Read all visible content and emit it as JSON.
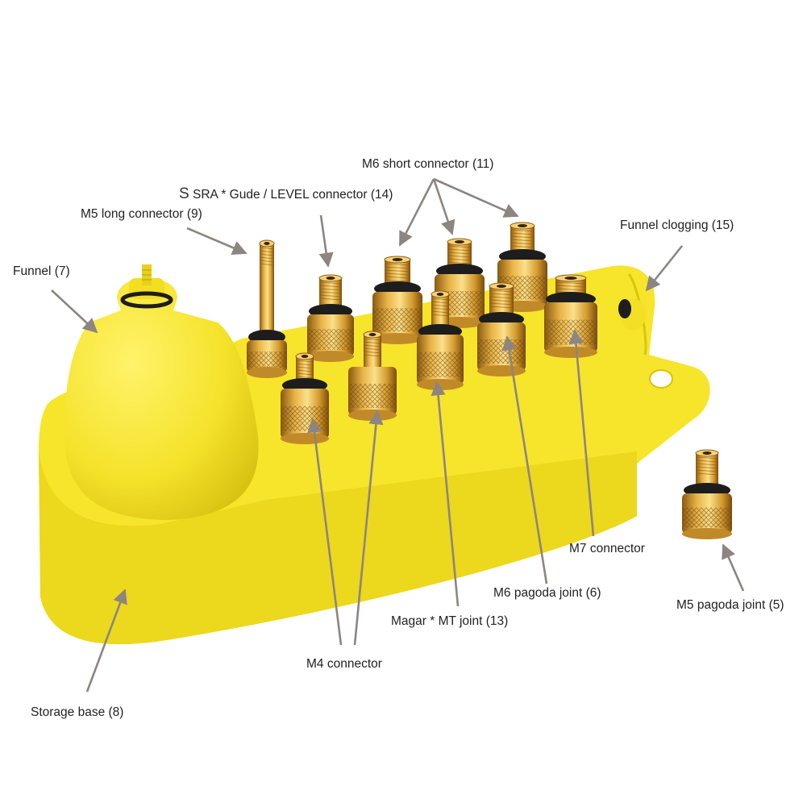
{
  "colors": {
    "base_yellow": "#f6e52a",
    "base_shadow": "#d9c40f",
    "brass": "#d9a53a",
    "brass_dark": "#9b6a14",
    "ring": "#1d1d1d",
    "arrow": "#8c8580"
  },
  "labels": {
    "m6_short": "M6 short connector (11)",
    "sra": "SRA * Gude / LEVEL connector (14)",
    "sra_prefix": "S",
    "m5_long": "M5 long connector (9)",
    "funnel_clogging": "Funnel clogging (15)",
    "funnel": "Funnel (7)",
    "m7": "M7 connector",
    "m6_pagoda": "M6 pagoda joint (6)",
    "m5_pagoda": "M5 pagoda joint (5)",
    "magar": "Magar * MT joint (13)",
    "m4": "M4 connector",
    "storage": "Storage base (8)"
  }
}
